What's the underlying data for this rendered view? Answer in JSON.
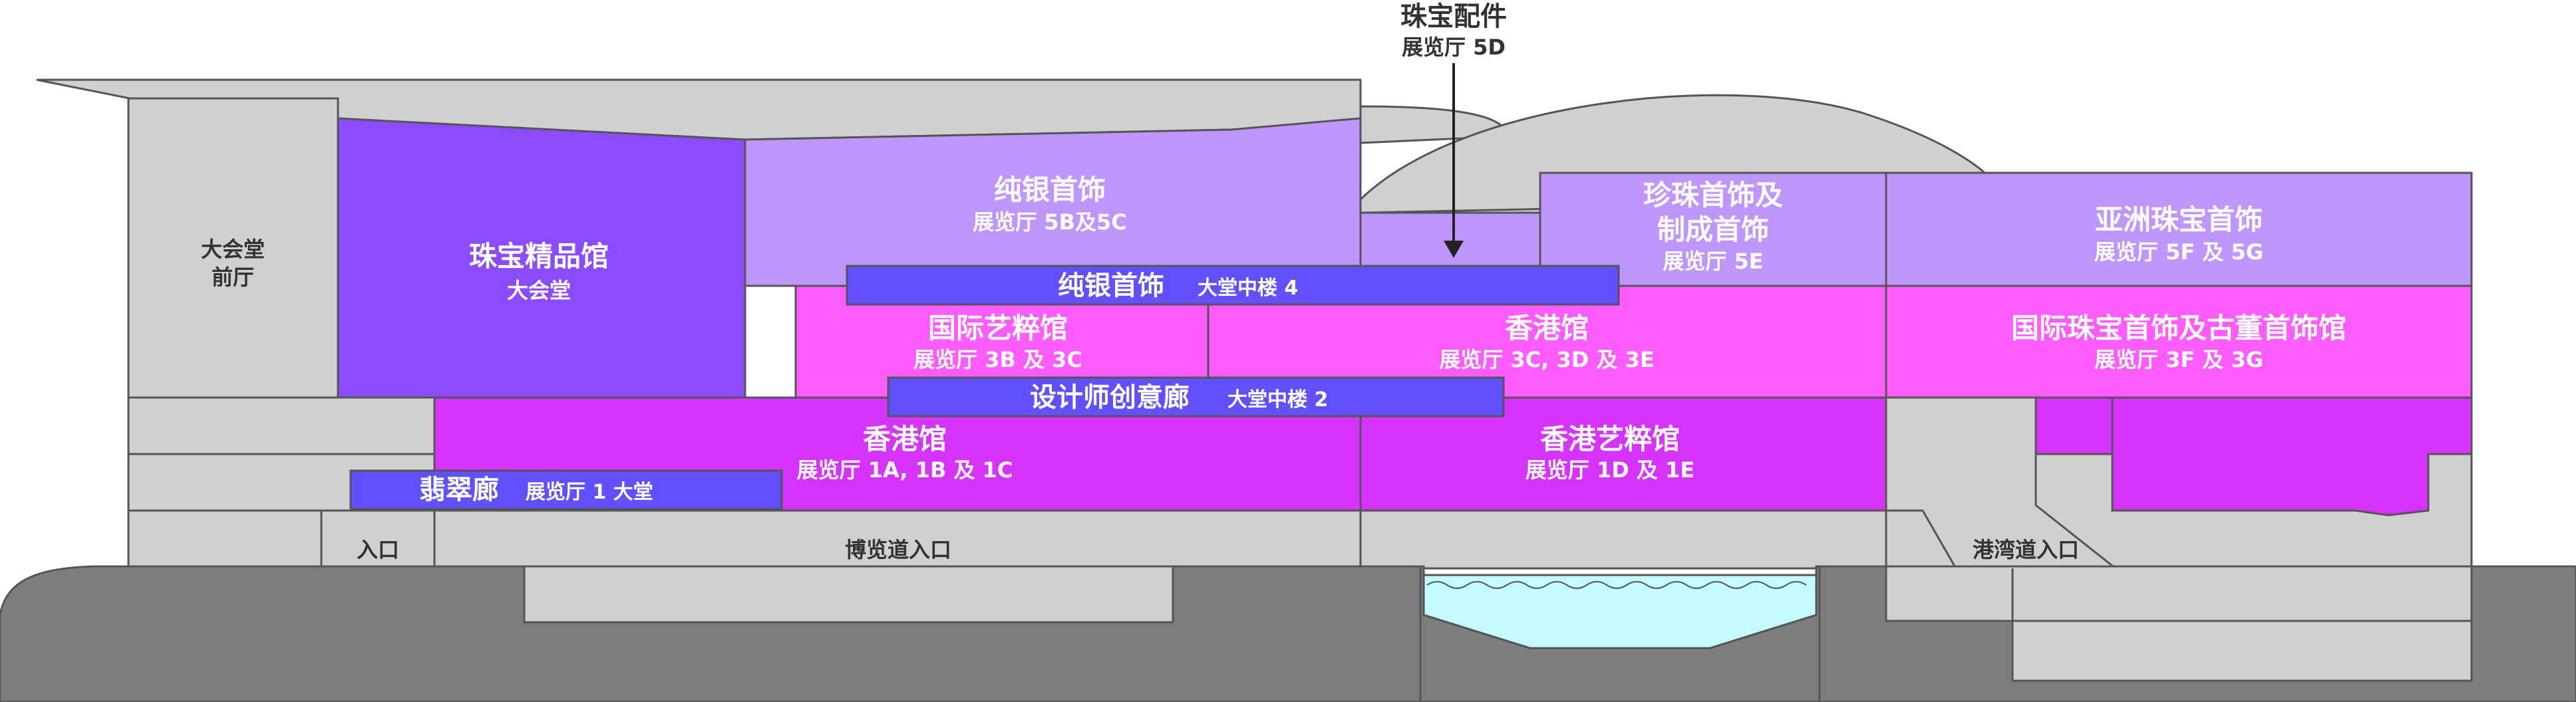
{
  "title": {
    "name": "珠宝配件",
    "hall": "展览厅 5D"
  },
  "zones": {
    "jewellery_boutique": {
      "name": "珠宝精品馆",
      "hall": "大会堂"
    },
    "grand_hall_foyer": {
      "name": "大会堂",
      "sub": "前厅"
    },
    "silver_upper": {
      "name": "纯银首饰",
      "hall": "展览厅 5B及5C"
    },
    "pearl": {
      "name_line1": "珍珠首饰及",
      "name_line2": "制成首饰",
      "hall": "展览厅 5E"
    },
    "asia": {
      "name": "亚洲珠宝首饰",
      "hall": "展览厅 5F 及 5G"
    },
    "silver_bar": {
      "name": "纯银首饰",
      "hall": "大堂中楼 4"
    },
    "intl_gallery": {
      "name": "国际艺粹馆",
      "hall": "展览厅 3B 及 3C"
    },
    "hk_pavilion_3": {
      "name": "香港馆",
      "hall": "展览厅 3C, 3D 及 3E"
    },
    "intl_antique": {
      "name": "国际珠宝首饰及古董首饰馆",
      "hall": "展览厅 3F 及 3G"
    },
    "designer": {
      "name": "设计师创意廊",
      "hall": "大堂中楼 2"
    },
    "hk_pavilion_1": {
      "name": "香港馆",
      "hall": "展览厅 1A, 1B 及 1C"
    },
    "hk_gallery": {
      "name": "香港艺粹馆",
      "hall": "展览厅 1D 及 1E"
    },
    "jadeite": {
      "name": "翡翠廊",
      "hall": "展览厅 1 大堂"
    }
  },
  "entrances": {
    "main": "入口",
    "expo_drive": "博览道入口",
    "harbour_road": "港湾道入口"
  },
  "colors": {
    "deep_purple": "#8c4bff",
    "lavender": "#bf96ff",
    "pink_magenta": "#ff5cff",
    "magenta": "#d633ff",
    "blue_violet": "#6050ff",
    "grey_building": "#d0d0d0",
    "ground": "#7d7d7d",
    "water": "#c4fbff"
  }
}
